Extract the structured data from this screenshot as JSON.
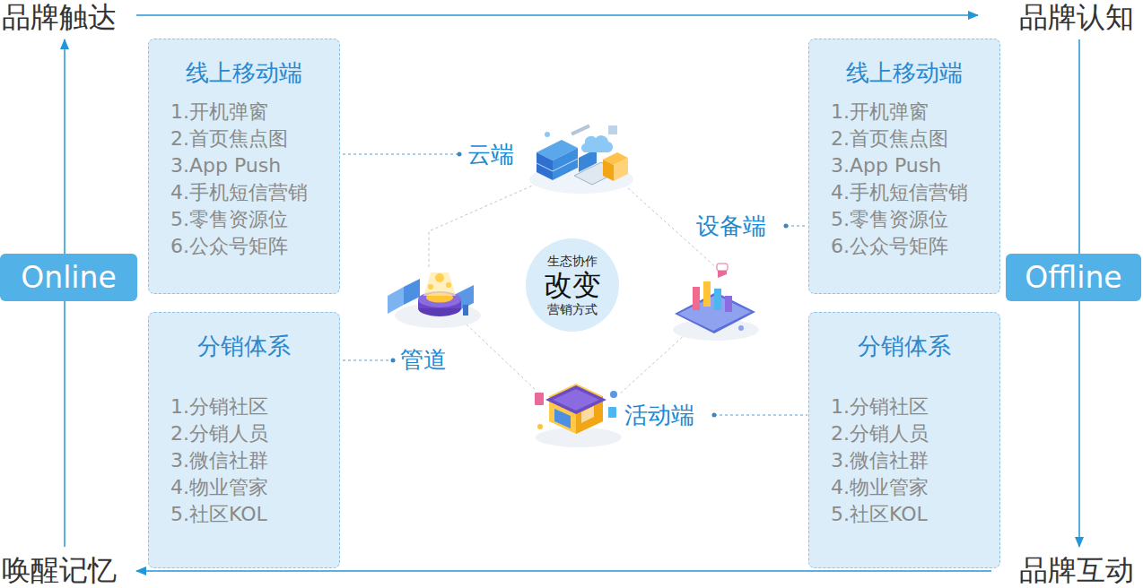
{
  "diagram": {
    "nodes": [
      {
        "text": [
          "线上移动端",
          "1.开机弹窗",
          "2.首页焦点图",
          "3.App Push",
          "4.手机短信营销",
          "5.零售资源位",
          "6.公众号矩阵"
        ]
      },
      {
        "text": [
          "线上移动端",
          "1.开机弹窗",
          "2.首页焦点图",
          "3.App Push",
          "4.手机短信营销",
          "5.零售资源位",
          "6.公众号矩阵"
        ]
      },
      {
        "text": [
          "Online"
        ]
      },
      {
        "text": [
          "生态协作",
          "改变",
          "营销方式"
        ]
      },
      {
        "text": [
          "Offline"
        ]
      },
      {
        "text": [
          "分销体系",
          "1.分销社区",
          "2.分销人员",
          "3.微信社群",
          "4.物业管家",
          "5.社区KOL"
        ]
      },
      {
        "text": [
          "分销体系",
          "1.分销社区",
          "2.分销人员",
          "3.微信社群",
          "4.物业管家",
          "5.社区KOL"
        ]
      }
    ],
    "labels": [
      "品牌触达",
      "品牌认知",
      "品牌互动",
      "唤醒记忆",
      "云端",
      "设备端",
      "管道",
      "活动端"
    ]
  }
}
